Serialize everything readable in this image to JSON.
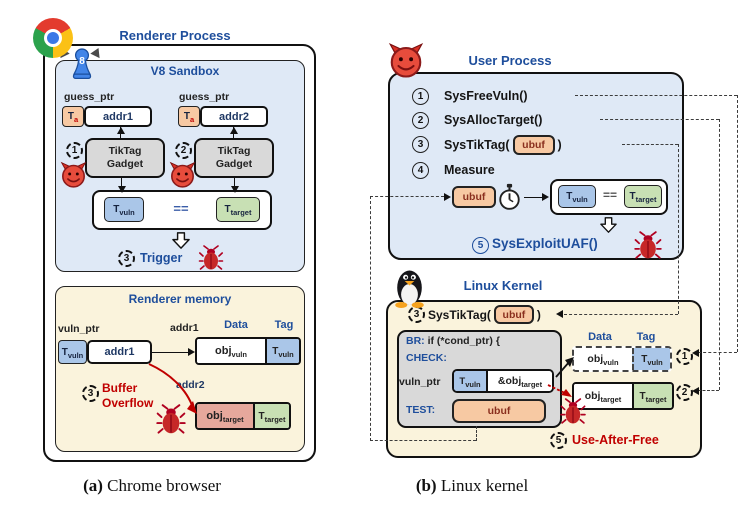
{
  "atoms": {
    "T": "T",
    "a": "a",
    "vuln": "vuln",
    "target": "target",
    "obj": "obj",
    "amp_obj": "&obj",
    "eq": "==",
    "ubuf": "ubuf",
    "addr1": "addr1",
    "addr2": "addr2",
    "guess_ptr": "guess_ptr",
    "vuln_ptr": "vuln_ptr",
    "data": "Data",
    "tag": "Tag",
    "v8_glyph": "8"
  },
  "steps": {
    "s1": "1",
    "s2": "2",
    "s3": "3",
    "s4": "4",
    "s5": "5"
  },
  "panel_a": {
    "title": "Renderer Process",
    "sandbox_title": "V8 Sandbox",
    "gadget_line1": "TikTag",
    "gadget_line2": "Gadget",
    "trigger": "Trigger",
    "memory_title": "Renderer memory",
    "overflow1": "Buffer",
    "overflow2": "Overflow",
    "caption_tag": "(a)",
    "caption": "Chrome browser"
  },
  "panel_b": {
    "title": "User Process",
    "kernel_title": "Linux Kernel",
    "call1": "SysFreeVuln()",
    "call2": "SysAllocTarget()",
    "call3_open": "SysTikTag(",
    "call_close": ")",
    "call4": "Measure",
    "exploit": "SysExploitUAF()",
    "uaf": "Use-After-Free",
    "br": "BR:",
    "br_code": "if (*cond_ptr) {",
    "check": "CHECK:",
    "test": "TEST:",
    "caption_tag": "(b)",
    "caption": "Linux kernel"
  },
  "colors": {
    "panel_blue": "#dfe9f6",
    "panel_yellow": "#faf3dc",
    "tag_blue": "#aac6e8",
    "tag_green": "#c8e0b4",
    "tag_orange": "#f7c9a3",
    "obj_salmon": "#e6a89c",
    "title_navy": "#1e4e9c",
    "alert_red": "#c00000"
  }
}
